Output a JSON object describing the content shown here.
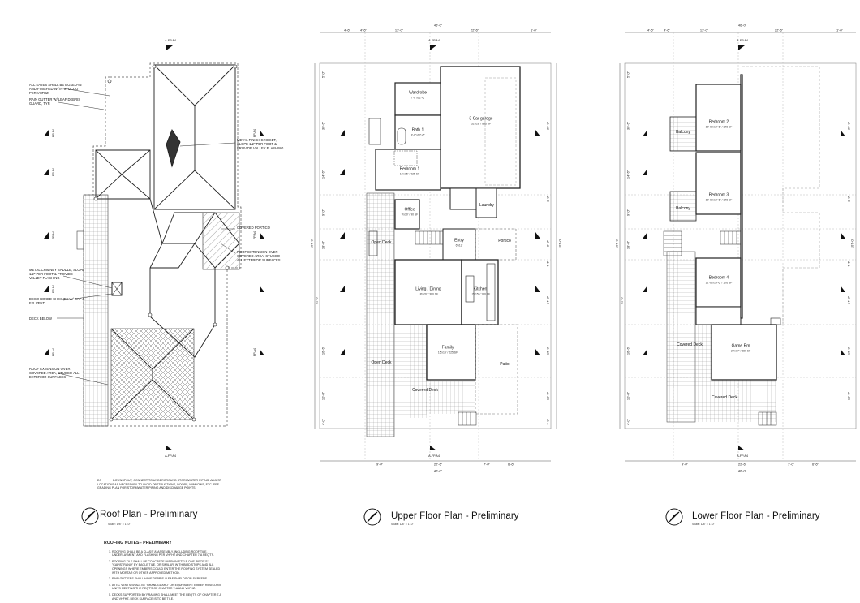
{
  "roof_plan": {
    "title": "Roof Plan - Preliminary",
    "scale": "Scale: 1/8\" = 1'-0\"",
    "annotations": [
      "ALL EAVES SHALL BE BOXED-IN AND FINISHED WITH STUCCO PER VHFHZ",
      "RAIN GUTTER W/ LEAF DEBRIS GUARD, TYP.",
      "METAL CHIMNEY SADDLE, SLOPE 1/2\" PER FOOT & PROVIDE VALLEY FLASHING",
      "DECO BOXED CHIMNEY W/ CAP & F.P. VENT",
      "DECK BELOW",
      "ROOF EXTENSION OVER COVERED AREA, STUCCO ALL EXTERIOR SURFACES",
      "METAL FINISH CRICKET, SLOPE 1/2\" PER FOOT & PROVIDE VALLEY FLASHING",
      "COVERED PORTICO",
      "ROOF EXTENSION OVER COVERED AREA, STUCCO ALL EXTERIOR SURFACES"
    ],
    "section_tag": "A-FP.A4",
    "elevation_tags": [
      "FP.A4",
      "FP.A4",
      "FP.A4",
      "FP.A4",
      "FP.A4",
      "FP.A4",
      "FP.A4",
      "FP.A4"
    ],
    "legend": "DOWNSPOUT, CONNECT TO UNDERGROUND STORMWATER PIPING. ADJUST LOCATIONS AS NECESSARY TO AVOID OBSTRUCTIONS, DOORS, WINDOWS, ETC. SEE GRADING PLAN FOR STORMWATER PIPING AND DISCHARGE POINTS",
    "legend_symbol": "DS"
  },
  "roofing_notes": {
    "title": "ROOFING NOTES - PRELIMINARY",
    "items": [
      "ROOFING SHALL BE A CLASS 'A' ASSEMBLY, INCLUDING ROOF TILE, UNDERLAYMENT AND FLASHING PER VHFHZ AND CHAPTER 7-A REQ'TS.",
      "ROOFING TILE SHALL BE CONCRETE MISSION STYLE ONE PIECE 'S' \"CAPISTRANO\" BY EAGLE TILE, OR SIMILAR, WITH BIRD STOPS AND ALL OPENINGS WHERE EMBERS COULD ENTER THE ROOFING SYSTEM SEALED WITH MORTAR OR OTHER APPROVED METHOD.",
      "RAIN GUTTERS SHALL HAVE DEBRIS / LEAF SHIELDS OR SCREENS.",
      "ATTIC VENTS SHALL BE \"BRANDGUARD\" OR EQUIVALENT EMBER RESISTANT UNITS MEETING THE REQ'TS OF CHAPTER 7-A AND VHFHZ.",
      "DECKS SUPPORTED BY FRAMING SHALL MEET THE REQ'TS OF CHAPTER 7-A AND VHFHZ. DECK SURFACE IS TO BE TILE."
    ]
  },
  "upper_plan": {
    "title": "Upper Floor Plan - Preliminary",
    "scale": "Scale: 1/8\" = 1'-0\"",
    "rooms": [
      {
        "name": "Wardrobe",
        "info": "7'-6\"x12'-6\""
      },
      {
        "name": "3 Car garage",
        "info": "32'x28' / 896 SF"
      },
      {
        "name": "Bath 1",
        "info": "8'-6\"x12'-6\""
      },
      {
        "name": "Bedroom 1",
        "info": "15'x15' / 225 SF"
      },
      {
        "name": "Office",
        "info": "9'x10' / 90 SF"
      },
      {
        "name": "Laundry",
        "info": ""
      },
      {
        "name": "Open Deck",
        "info": ""
      },
      {
        "name": "Entry",
        "info": "6'x12'"
      },
      {
        "name": "Portico",
        "info": ""
      },
      {
        "name": "Living / Dining",
        "info": "18'x20' / 360 SF"
      },
      {
        "name": "Kitchen",
        "info": "12'x15' / 180 SF"
      },
      {
        "name": "Open Deck",
        "info": ""
      },
      {
        "name": "Family",
        "info": "15'x15' / 225 SF"
      },
      {
        "name": "Patio",
        "info": ""
      },
      {
        "name": "Covered Deck",
        "info": ""
      }
    ],
    "top_dims": [
      "46'-0\"",
      "4'-6\"",
      "4'-6\"",
      "13'-0\"",
      "22'-6\"",
      "1'-6\""
    ],
    "bottom_dims": [
      "9'-0\"",
      "22'-6\"",
      "7'-0\"",
      "6'-6\"",
      "46'-0\""
    ],
    "left_dims": [
      "107'-0\"",
      "5'-0\"",
      "30'-6\"",
      "14'-6\"",
      "9'-0\"",
      "18'-0\"",
      "65'-6\"",
      "16'-6\"",
      "10'-0\"",
      "4'-0\""
    ],
    "right_dims": [
      "107'-0\"",
      "36'-0\"",
      "1'-0\"",
      "8'-0\"",
      "4'-6\"",
      "14'-0\"",
      "16'-0\"",
      "10'-0\"",
      "4'-0\""
    ],
    "section_tag_top": "A-FP.A4",
    "section_tag_bottom": "A-FP.A4"
  },
  "lower_plan": {
    "title": "Lower Floor Plan - Preliminary",
    "scale": "Scale: 1/8\" = 1'-0\"",
    "rooms": [
      {
        "name": "Bedroom 2",
        "info": "12'-6\"x14'-6\" / 176 SF"
      },
      {
        "name": "Balcony",
        "info": ""
      },
      {
        "name": "Bedroom 3",
        "info": "12'-6\"x14'-6\" / 176 SF"
      },
      {
        "name": "Balcony",
        "info": ""
      },
      {
        "name": "Bedroom 4",
        "info": "12'-6\"x14'-6\" / 176 SF"
      },
      {
        "name": "Covered Deck",
        "info": ""
      },
      {
        "name": "Game Rm",
        "info": "20'x17' / 380 SF"
      },
      {
        "name": "Covered Deck",
        "info": ""
      }
    ],
    "top_dims": [
      "46'-0\"",
      "4'-6\"",
      "4'-6\"",
      "13'-0\"",
      "22'-6\"",
      "1'-6\""
    ],
    "bottom_dims": [
      "9'-0\"",
      "22'-6\"",
      "7'-0\"",
      "6'-6\"",
      "46'-0\""
    ],
    "left_dims": [
      "107'-0\"",
      "5'-0\"",
      "30'-6\"",
      "14'-6\"",
      "9'-0\"",
      "18'-0\"",
      "65'-6\"",
      "16'-6\"",
      "10'-0\"",
      "4'-0\""
    ],
    "right_dims": [
      "107'-0\"",
      "36'-0\"",
      "1'-0\"",
      "8'-0\"",
      "4'-6\"",
      "14'-0\"",
      "16'-0\"",
      "10'-0\"",
      "4'-0\""
    ],
    "section_tag_top": "A-FP.A4",
    "section_tag_bottom": "A-FP.A4"
  }
}
